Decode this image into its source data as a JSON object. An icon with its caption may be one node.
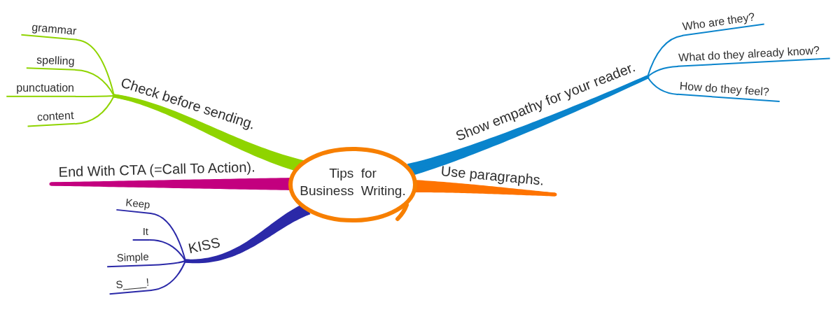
{
  "diagram": {
    "nodes": [
      {
        "text": [
          "Tips for Business Writing."
        ]
      },
      {
        "text": [
          "Show empathy for your reader."
        ]
      },
      {
        "text": [
          "Who are they?"
        ]
      },
      {
        "text": [
          "What do they already know?"
        ]
      },
      {
        "text": [
          "How do they feel?"
        ]
      },
      {
        "text": [
          "Use paragraphs."
        ]
      },
      {
        "text": [
          "KISS"
        ]
      },
      {
        "text": [
          "Keep"
        ]
      },
      {
        "text": [
          "It"
        ]
      },
      {
        "text": [
          "Simple"
        ]
      },
      {
        "text": [
          "S____!"
        ]
      },
      {
        "text": [
          "End With CTA (=Call To Action)."
        ]
      },
      {
        "text": [
          "Check before sending."
        ]
      },
      {
        "text": [
          "grammar"
        ]
      },
      {
        "text": [
          "spelling"
        ]
      },
      {
        "text": [
          "punctuation"
        ]
      },
      {
        "text": [
          "content"
        ]
      }
    ],
    "edges": [
      {
        "from": 0,
        "to": 1,
        "arrow": "none",
        "style": "thick",
        "color": "#0a84cc"
      },
      {
        "from": 1,
        "to": 2,
        "arrow": "none",
        "color": "#0a84cc"
      },
      {
        "from": 1,
        "to": 3,
        "arrow": "none",
        "color": "#0a84cc"
      },
      {
        "from": 1,
        "to": 4,
        "arrow": "none",
        "color": "#0a84cc"
      },
      {
        "from": 0,
        "to": 5,
        "arrow": "none",
        "style": "thick",
        "color": "#fe7300"
      },
      {
        "from": 0,
        "to": 6,
        "arrow": "none",
        "style": "thick",
        "color": "#2b29a8"
      },
      {
        "from": 6,
        "to": 7,
        "arrow": "none",
        "color": "#2b29a8"
      },
      {
        "from": 6,
        "to": 8,
        "arrow": "none",
        "color": "#2b29a8"
      },
      {
        "from": 6,
        "to": 9,
        "arrow": "none",
        "color": "#2b29a8"
      },
      {
        "from": 6,
        "to": 10,
        "arrow": "none",
        "color": "#2b29a8"
      },
      {
        "from": 0,
        "to": 11,
        "arrow": "none",
        "style": "thick",
        "color": "#c3007f"
      },
      {
        "from": 0,
        "to": 12,
        "arrow": "none",
        "style": "thick",
        "color": "#8fd400"
      },
      {
        "from": 12,
        "to": 13,
        "arrow": "none",
        "color": "#8fd400"
      },
      {
        "from": 12,
        "to": 14,
        "arrow": "none",
        "color": "#8fd400"
      },
      {
        "from": 12,
        "to": 15,
        "arrow": "none",
        "color": "#8fd400"
      },
      {
        "from": 12,
        "to": 16,
        "arrow": "none",
        "color": "#8fd400"
      }
    ]
  }
}
